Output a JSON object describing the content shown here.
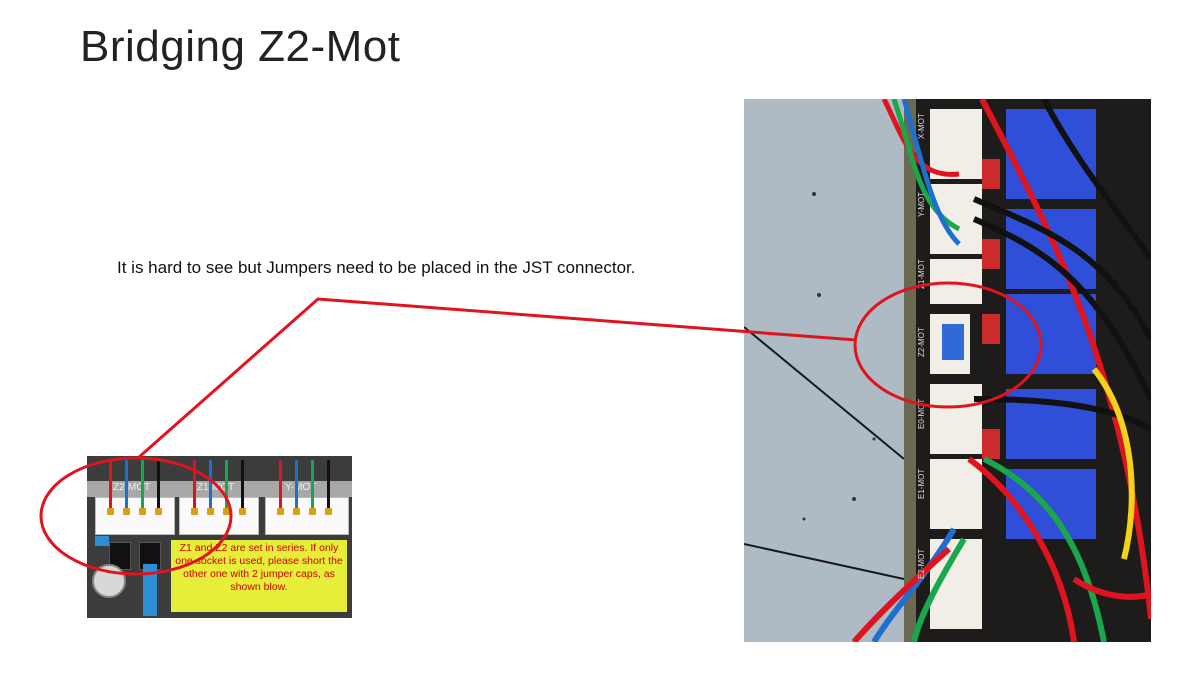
{
  "slide": {
    "title": "Bridging Z2-Mot",
    "caption": "It is hard to see but Jumpers need to be placed in the JST connector."
  },
  "diagram": {
    "connector_labels": [
      "Z2-MOT",
      "Z1-MOT",
      "Y-MOT"
    ],
    "note": "Z1 and Z2 are set in series. If only one socket is used, please short the other one with 2 jumper caps, as shown blow."
  },
  "photo": {
    "port_labels": [
      "X-MOT",
      "Y-MOT",
      "Z1-MOT",
      "Z2-MOT",
      "E0-MOT",
      "E1-MOT",
      "E2-MOT"
    ]
  },
  "colors": {
    "callout": "#e0141e",
    "note_bg": "#e7ee3a",
    "note_text": "#d10000",
    "heatsink": "#2f4fd8"
  }
}
